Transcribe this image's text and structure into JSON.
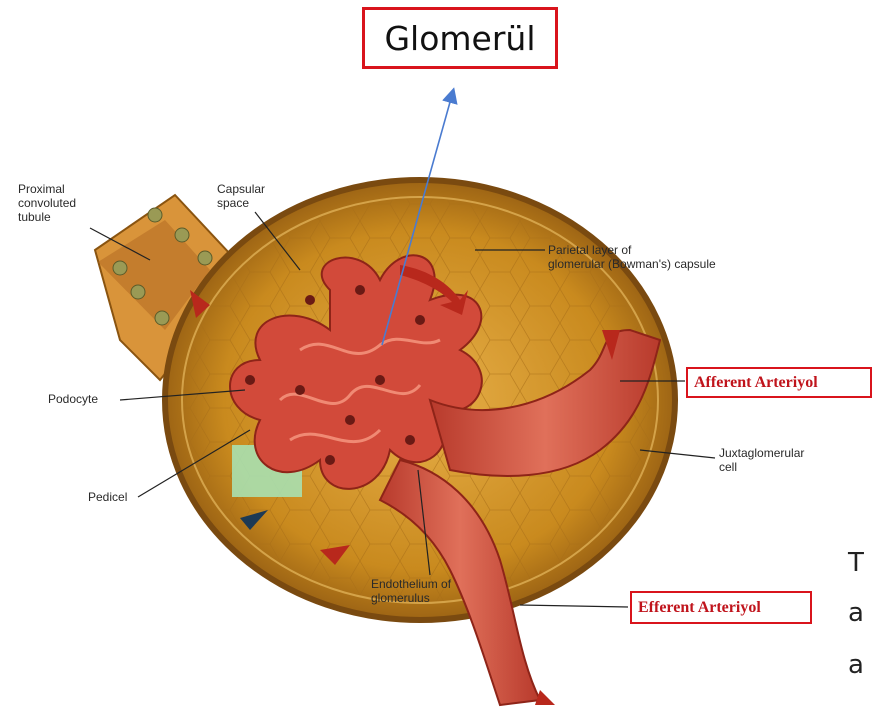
{
  "title": "Glomerül",
  "labels": {
    "proximal": [
      "Proximal",
      "convoluted",
      "tubule"
    ],
    "capsular_space": [
      "Capsular",
      "space"
    ],
    "parietal": [
      "Parietal layer of",
      "glomerular (Bowman's) capsule"
    ],
    "podocyte": "Podocyte",
    "pedicel": "Pedicel",
    "juxtaglomerular": [
      "Juxtaglomerular",
      "cell"
    ],
    "endothelium": [
      "Endothelium of",
      "glomerulus"
    ]
  },
  "callouts": {
    "afferent": "Afferent Arteriyol",
    "efferent": "Efferent Arteriyol"
  },
  "edge_fragments": [
    "T",
    "a",
    "a"
  ],
  "colors": {
    "callout_border": "#d9141c",
    "callout_text": "#c0141c",
    "pointer_arrow": "#4a7bd0",
    "capsule": "#c98a1e",
    "capillary": "#d24a3a"
  }
}
